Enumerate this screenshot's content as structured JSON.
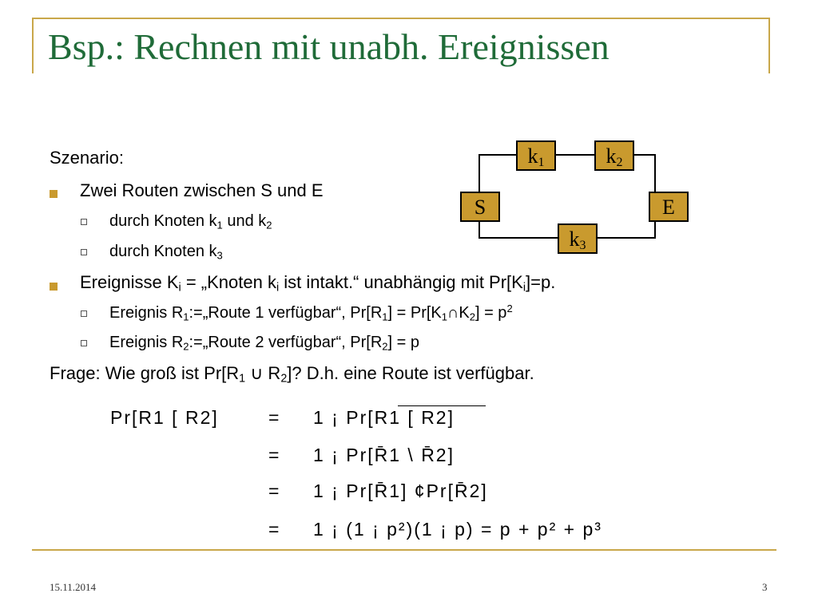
{
  "title": "Bsp.: Rechnen mit unabh. Ereignissen",
  "scenario_label": "Szenario:",
  "bullets": {
    "routes": "Zwei Routen zwischen S und E",
    "route1_prefix": "durch Knoten k",
    "route1_mid": " und k",
    "route2_prefix": "durch Knoten k",
    "events_a": "Ereignisse K",
    "events_b": " = „Knoten k",
    "events_c": " ist intakt.“ unabhängig mit Pr[K",
    "events_d": "]=p.",
    "event1_a": "Ereignis R",
    "event1_b": ":=„Route 1 verfügbar“, Pr[R",
    "event1_c": "] = Pr[K",
    "event1_d": "∩K",
    "event1_e": "] = p",
    "event2_a": "Ereignis R",
    "event2_b": ":=„Route 2 verfügbar“, Pr[R",
    "event2_c": "] = p"
  },
  "question": {
    "a": "Frage: Wie groß ist Pr[R",
    "b": " ∪ R",
    "c": "]? D.h. eine Route ist verfügbar."
  },
  "formula": {
    "line1_left": "Pr[R1 [  R2]",
    "line1_right": "1 ¡  Pr[R1 [  R2]",
    "line2_right": "1 ¡  Pr[R̄1 \\  R̄2]",
    "line3_right": "1 ¡  Pr[R̄1] ¢Pr[R̄2]",
    "line4_right": "1 ¡  (1 ¡  p²)(1 ¡  p)  =  p +  p² +  p³",
    "equals": "="
  },
  "diagram": {
    "k1": "k",
    "k1_sub": "1",
    "k2": "k",
    "k2_sub": "2",
    "k3": "k",
    "k3_sub": "3",
    "s": "S",
    "e": "E",
    "node_color": "#c99a2e"
  },
  "footer": {
    "date": "15.11.2014",
    "page": "3"
  },
  "colors": {
    "title": "#1f6b38",
    "accent": "#c9a74a"
  }
}
